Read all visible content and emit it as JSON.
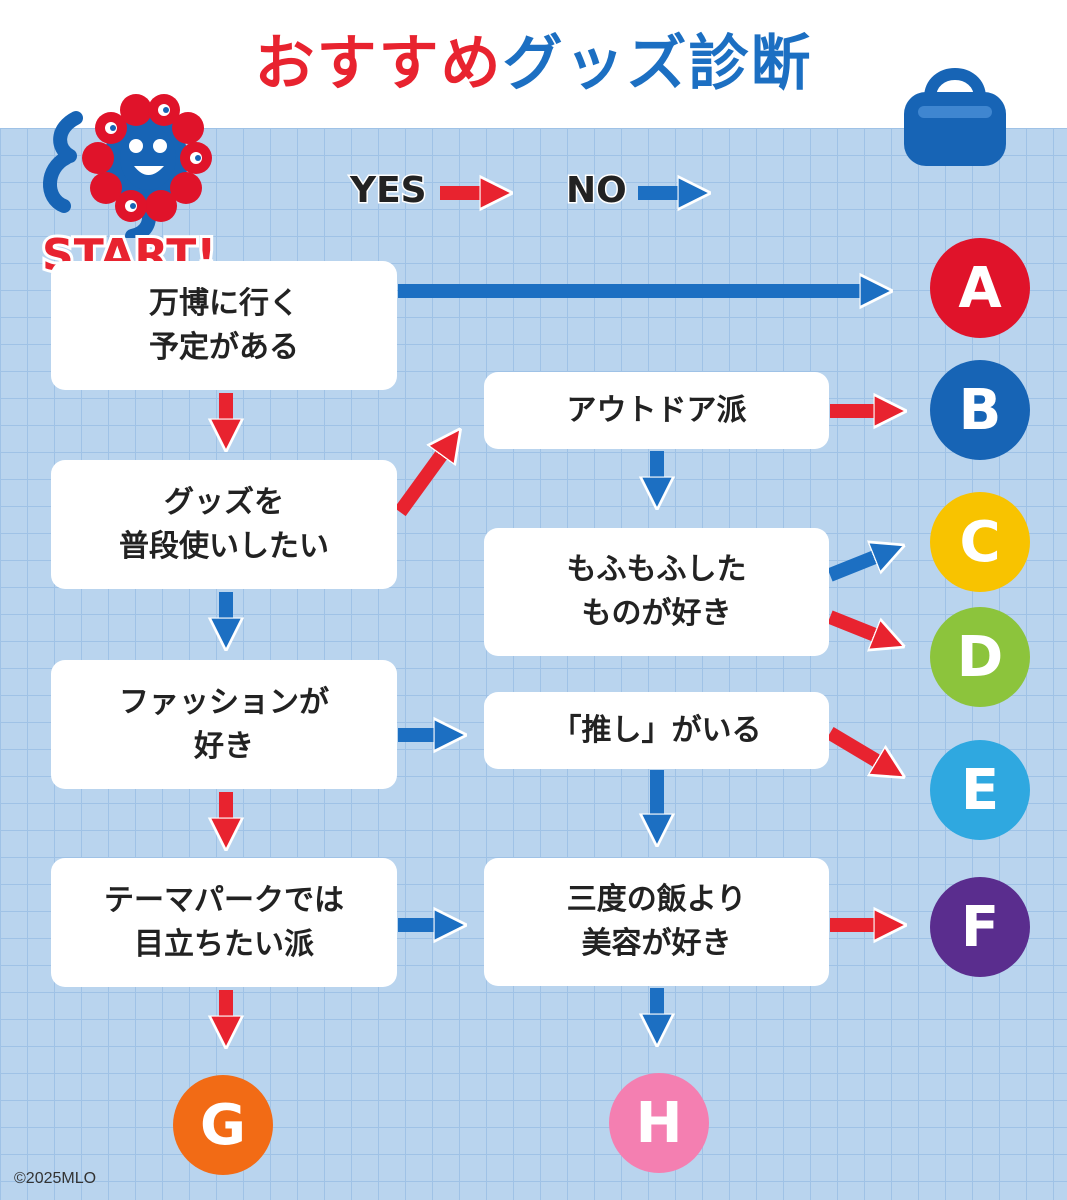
{
  "title": {
    "part1": "おすすめ",
    "part2": "グッズ診断"
  },
  "legend": {
    "yes": "YES",
    "no": "NO"
  },
  "start_label": "START!",
  "colors": {
    "yes_arrow": "#e8232f",
    "no_arrow": "#1c6fc2",
    "grid": "#b9d4ee"
  },
  "questions": {
    "q1": "万博に行く\n予定がある",
    "q2": "グッズを\n普段使いしたい",
    "q3": "ファッションが\n好き",
    "q4": "テーマパークでは\n目立ちたい派",
    "q5": "アウトドア派",
    "q6": "もふもふした\nものが好き",
    "q7": "「推し」がいる",
    "q8": "三度の飯より\n美容が好き"
  },
  "results": [
    {
      "label": "A",
      "color": "#e0132a"
    },
    {
      "label": "B",
      "color": "#1764b5"
    },
    {
      "label": "C",
      "color": "#f8c300"
    },
    {
      "label": "D",
      "color": "#8cc43c"
    },
    {
      "label": "E",
      "color": "#2fa8e0"
    },
    {
      "label": "F",
      "color": "#5a2d8e"
    },
    {
      "label": "G",
      "color": "#f26b15"
    },
    {
      "label": "H",
      "color": "#f47fb1"
    }
  ],
  "icons": {
    "mascot": "mascot-icon",
    "bag": "bag-icon"
  },
  "copyright": "©2025MLO"
}
